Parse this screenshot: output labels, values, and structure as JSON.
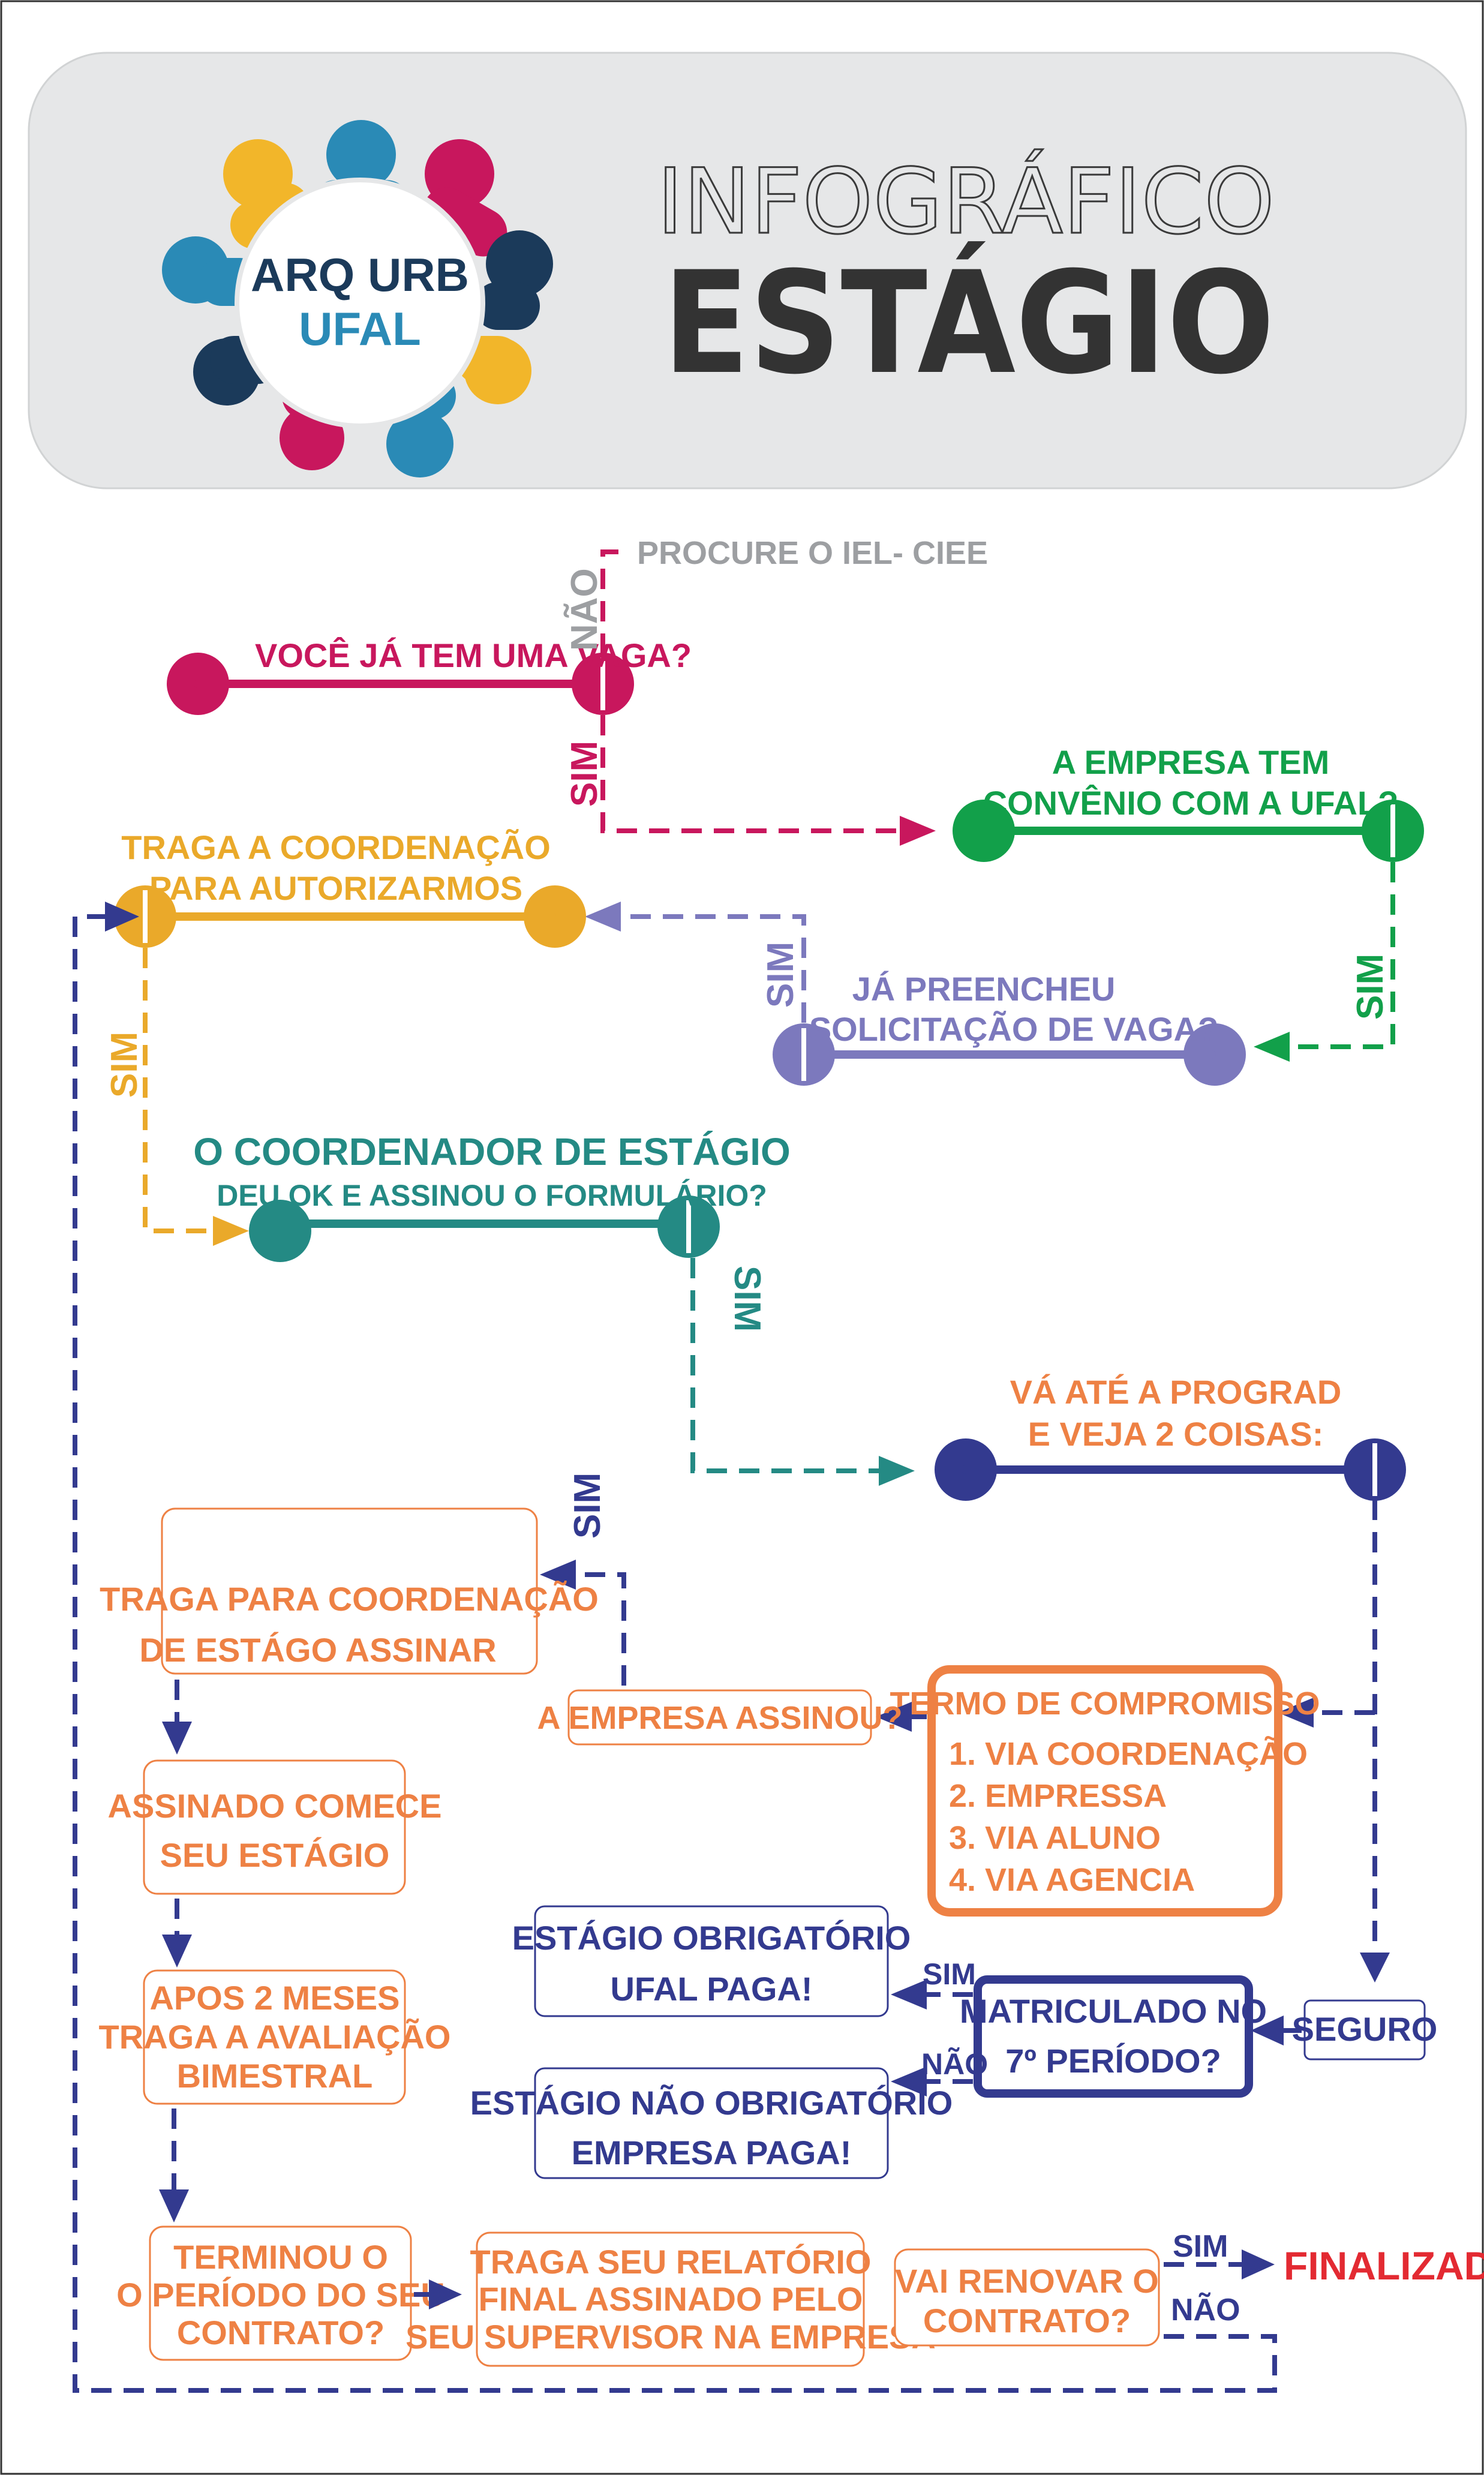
{
  "header": {
    "logo_line1": "ARQ URB",
    "logo_line2": "UFAL",
    "title_line1": "INFOGRÁFICO",
    "title_line2": "ESTÁGIO"
  },
  "colors": {
    "magenta": "#c8175d",
    "green": "#12a04a",
    "yellow": "#eaa92a",
    "purple": "#7c79bd",
    "teal": "#248a84",
    "navy": "#333a8f",
    "orange": "#ee8144",
    "red": "#e32a32",
    "gray": "#9d9fa2"
  },
  "questions": {
    "vaga": "VOCÊ JÁ TEM UMA VAGA?",
    "iel": "PROCURE O IEL- CIEE",
    "convenio_1": "A EMPRESA TEM",
    "convenio_2": "CONVÊNIO COM A UFAL?",
    "coordenacao_1": "TRAGA A COORDENAÇÃO",
    "coordenacao_2": "PARA AUTORIZARMOS",
    "solicitacao_1": "JÁ PREENCHEU",
    "solicitacao_2": "SOLICITAÇÃO DE VAGA?",
    "coordenador_1": "O COORDENADOR DE ESTÁGIO",
    "coordenador_2": "DEU OK E ASSINOU O FORMULÁRIO?",
    "prograd_1": "VÁ ATÉ A PROGRAD",
    "prograd_2": "E VEJA 2 COISAS:"
  },
  "labels": {
    "sim": "SIM",
    "nao": "NÃO"
  },
  "boxes": {
    "traga_coord_1": "TRAGA PARA COORDENAÇÃO",
    "traga_coord_2": "DE ESTÁGO ASSINAR",
    "empresa_assinou": "A EMPRESA ASSINOU?",
    "termo_title": "TERMO DE COMPROMISSO",
    "termo_items": [
      "1. VIA COORDENAÇÃO",
      "2. EMPRESSA",
      "3. VIA ALUNO",
      "4. VIA AGENCIA"
    ],
    "assinado_1": "ASSINADO COMECE",
    "assinado_2": "SEU ESTÁGIO",
    "apos_1": "APOS 2 MESES",
    "apos_2": "TRAGA A AVALIAÇÃO",
    "apos_3": "BIMESTRAL",
    "obrig_1": "ESTÁGIO OBRIGATÓRIO",
    "obrig_2": "UFAL PAGA!",
    "nobrig_1": "ESTÁGIO NÃO OBRIGATÓRIO",
    "nobrig_2": "EMPRESA PAGA!",
    "matric_1": "MATRICULADO NO",
    "matric_2": "7º PERÍODO?",
    "seguro": "SEGURO",
    "terminou_1": "TERMINOU O",
    "terminou_2": "O PERÍODO DO SEU",
    "terminou_3": "CONTRATO?",
    "relatorio_1": "TRAGA SEU RELATÓRIO",
    "relatorio_2": "FINAL ASSINADO PELO",
    "relatorio_3": "SEU SUPERVISOR NA EMPRESA",
    "renovar_1": "VAI RENOVAR O",
    "renovar_2": "CONTRATO?",
    "finalizado": "FINALIZADO!"
  }
}
